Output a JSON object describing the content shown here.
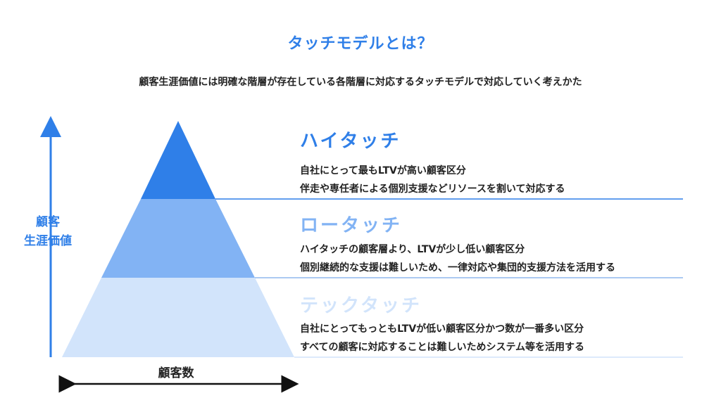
{
  "title": "タッチモデルとは？",
  "subtitle": "顧客生涯価値には明確な階層が存在している各階層に対応するタッチモデルで対応していく考えかた",
  "y_axis": {
    "line1": "顧客",
    "line2": "生涯価値"
  },
  "x_axis": {
    "label": "顧客数"
  },
  "tiers": [
    {
      "name": "ハイタッチ",
      "color": "#2f7fe8",
      "desc1": "自社にとって最もLTVが高い顧客区分",
      "desc2": "伴走や専任者による個別支援などリソースを割いて対応する"
    },
    {
      "name": "ロータッチ",
      "color": "#82b3f4",
      "desc1": "ハイタッチの顧客層より、LTVが少し低い顧客区分",
      "desc2": "個別継続的な支援は難しいため、一律対応や集団的支援方法を活用する"
    },
    {
      "name": "テックタッチ",
      "color": "#d2e4fb",
      "desc1": "自社にとってもっともLTVが低い顧客区分かつ数が一番多い区分",
      "desc2": "すべての顧客に対応することは難しいためシステム等を活用する"
    }
  ],
  "colors": {
    "accent": "#2f7fe8",
    "text": "#222222",
    "divider": "#2f7fe8"
  }
}
